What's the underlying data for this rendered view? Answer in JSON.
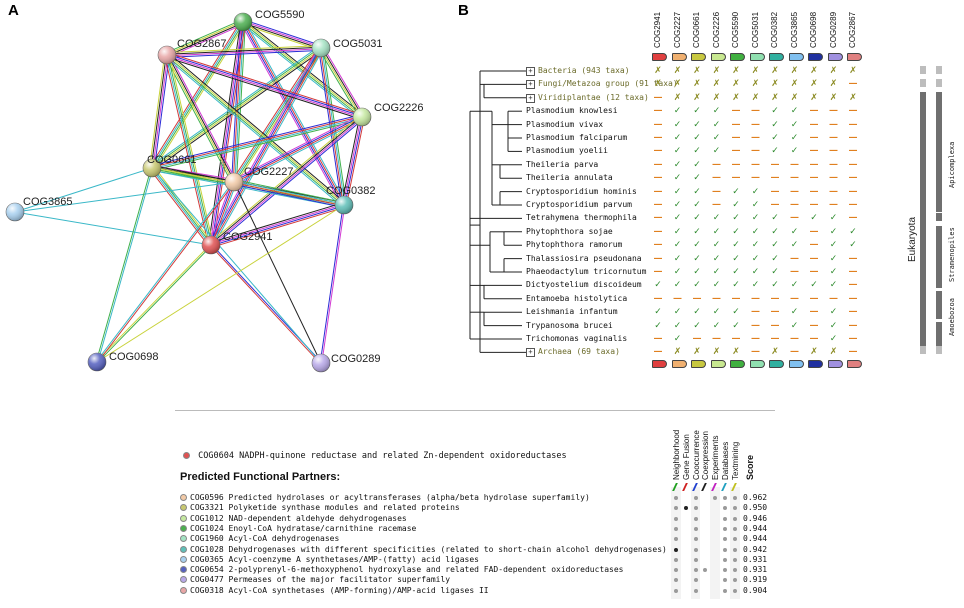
{
  "panels": {
    "a": "A",
    "b": "B"
  },
  "network": {
    "nodes": [
      {
        "id": "COG5590",
        "color": "#4caf50"
      },
      {
        "id": "COG5031",
        "color": "#a5e3c4"
      },
      {
        "id": "COG2867",
        "color": "#e8a6a6"
      },
      {
        "id": "COG2226",
        "color": "#c5e8a0"
      },
      {
        "id": "COG0661",
        "color": "#c8c870"
      },
      {
        "id": "COG2227",
        "color": "#f1c9a6"
      },
      {
        "id": "COG0382",
        "color": "#5fbfb8"
      },
      {
        "id": "COG3865",
        "color": "#a8d0ef"
      },
      {
        "id": "COG2941",
        "color": "#e05252"
      },
      {
        "id": "COG0698",
        "color": "#5560c0"
      },
      {
        "id": "COG0289",
        "color": "#b8a8e8"
      }
    ]
  },
  "phylo": {
    "cog_columns": [
      {
        "id": "COG2941",
        "color": "#e04040"
      },
      {
        "id": "COG2227",
        "color": "#f0b070"
      },
      {
        "id": "COG0661",
        "color": "#c8c840"
      },
      {
        "id": "COG2226",
        "color": "#c8e890"
      },
      {
        "id": "COG5590",
        "color": "#40b040"
      },
      {
        "id": "COG5031",
        "color": "#90e0b0"
      },
      {
        "id": "COG0382",
        "color": "#30b0a0"
      },
      {
        "id": "COG3865",
        "color": "#80c0f0"
      },
      {
        "id": "COG0698",
        "color": "#2030a0"
      },
      {
        "id": "COG0289",
        "color": "#a090e0"
      },
      {
        "id": "COG2867",
        "color": "#e08080"
      }
    ],
    "taxa": [
      {
        "name": "Bacteria (943 taxa)",
        "group": true,
        "cells": "ttttttttttt"
      },
      {
        "name": "Fungi/Metazoa group (91 taxa)",
        "group": true,
        "cells": "tttttttttt-"
      },
      {
        "name": "Viridiplantae (12 taxa)",
        "group": true,
        "cells": "-tttttttttt"
      },
      {
        "name": "Plasmodium knowlesi",
        "group": false,
        "cells": "-ccc--cc---"
      },
      {
        "name": "Plasmodium vivax",
        "group": false,
        "cells": "-ccc--cc---"
      },
      {
        "name": "Plasmodium falciparum",
        "group": false,
        "cells": "-ccc--cc---"
      },
      {
        "name": "Plasmodium yoelii",
        "group": false,
        "cells": "-ccc--cc---"
      },
      {
        "name": "Theileria parva",
        "group": false,
        "cells": "-cc--------"
      },
      {
        "name": "Theileria annulata",
        "group": false,
        "cells": "-cc--------"
      },
      {
        "name": "Cryptosporidium hominis",
        "group": false,
        "cells": "-cc-cc-----"
      },
      {
        "name": "Cryptosporidium parvum",
        "group": false,
        "cells": "-cc-cc-----"
      },
      {
        "name": "Tetrahymena thermophila",
        "group": false,
        "cells": "-cccccc-cc-"
      },
      {
        "name": "Phytophthora sojae",
        "group": false,
        "cells": "-ccccccc-cc"
      },
      {
        "name": "Phytophthora ramorum",
        "group": false,
        "cells": "-ccccccc-cc"
      },
      {
        "name": "Thalassiosira pseudonana",
        "group": false,
        "cells": "-cccccc--c-"
      },
      {
        "name": "Phaeodactylum tricornutum",
        "group": false,
        "cells": "-cccccc--c-"
      },
      {
        "name": "Dictyostelium discoideum",
        "group": false,
        "cells": "cccccccccc-"
      },
      {
        "name": "Entamoeba histolytica",
        "group": false,
        "cells": "-----------"
      },
      {
        "name": "Leishmania infantum",
        "group": false,
        "cells": "ccccc--c-c-"
      },
      {
        "name": "Trypanosoma brucei",
        "group": false,
        "cells": "ccccc--c-c-"
      },
      {
        "name": "Trichomonas vaginalis",
        "group": false,
        "cells": "-c-------c-"
      },
      {
        "name": "Archaea (69 taxa)",
        "group": true,
        "cells": "-tttt-t-tt-"
      }
    ],
    "side_labels": {
      "eukaryota": "Eukaryota",
      "apicomplexa": "Apicomplexa",
      "stramenopiles": "Stramenopiles",
      "amoebozoa": "Amoebozoa"
    }
  },
  "partners": {
    "query": {
      "id": "COG0604",
      "desc": "NADPH-quinone reductase and related Zn-dependent oxidoreductases",
      "color": "#e05252"
    },
    "title": "Predicted Functional Partners:",
    "evidence_headers": [
      "Neighborhood",
      "Gene Fusion",
      "Cooccurrence",
      "Coexpression",
      "Experiments",
      "Databases",
      "Textmining"
    ],
    "evidence_colors": [
      "#20a020",
      "#d02020",
      "#2040d0",
      "#202020",
      "#c020c0",
      "#20a0c0",
      "#c0c020"
    ],
    "score_header": "Score",
    "rows": [
      {
        "id": "COG0596",
        "desc": "Predicted hydrolases or acyltransferases (alpha/beta hydrolase superfamily)",
        "score": "0.962",
        "color": "#f1c9a6",
        "ev": [
          1,
          0,
          1,
          0,
          1,
          1,
          1
        ]
      },
      {
        "id": "COG3321",
        "desc": "Polyketide synthase modules and related proteins",
        "score": "0.950",
        "color": "#c8c870",
        "ev": [
          1,
          2,
          1,
          0,
          0,
          1,
          1
        ]
      },
      {
        "id": "COG1012",
        "desc": "NAD-dependent aldehyde dehydrogenases",
        "score": "0.946",
        "color": "#c5e8a0",
        "ev": [
          1,
          0,
          1,
          0,
          0,
          1,
          1
        ]
      },
      {
        "id": "COG1024",
        "desc": "Enoyl-CoA hydratase/carnithine racemase",
        "score": "0.944",
        "color": "#4caf50",
        "ev": [
          1,
          0,
          1,
          0,
          0,
          1,
          1
        ]
      },
      {
        "id": "COG1960",
        "desc": "Acyl-CoA dehydrogenases",
        "score": "0.944",
        "color": "#a5e3c4",
        "ev": [
          1,
          0,
          1,
          0,
          0,
          1,
          1
        ]
      },
      {
        "id": "COG1028",
        "desc": "Dehydrogenases with different specificities (related to short-chain alcohol dehydrogenases)",
        "score": "0.942",
        "color": "#5fbfb8",
        "ev": [
          2,
          0,
          1,
          0,
          0,
          1,
          1
        ]
      },
      {
        "id": "COG0365",
        "desc": "Acyl-coenzyme A synthetases/AMP-(fatty) acid ligases",
        "score": "0.931",
        "color": "#a8d0ef",
        "ev": [
          1,
          0,
          1,
          0,
          0,
          1,
          1
        ]
      },
      {
        "id": "COG0654",
        "desc": "2-polyprenyl-6-methoxyphenol hydroxylase and related FAD-dependent oxidoreductases",
        "score": "0.931",
        "color": "#5560c0",
        "ev": [
          1,
          0,
          1,
          1,
          0,
          1,
          1
        ]
      },
      {
        "id": "COG0477",
        "desc": "Permeases of the major facilitator superfamily",
        "score": "0.919",
        "color": "#b8a8e8",
        "ev": [
          1,
          0,
          1,
          0,
          0,
          1,
          1
        ]
      },
      {
        "id": "COG0318",
        "desc": "Acyl-CoA synthetases (AMP-forming)/AMP-acid ligases II",
        "score": "0.904",
        "color": "#e8a6a6",
        "ev": [
          1,
          0,
          1,
          0,
          0,
          1,
          1
        ]
      }
    ]
  }
}
